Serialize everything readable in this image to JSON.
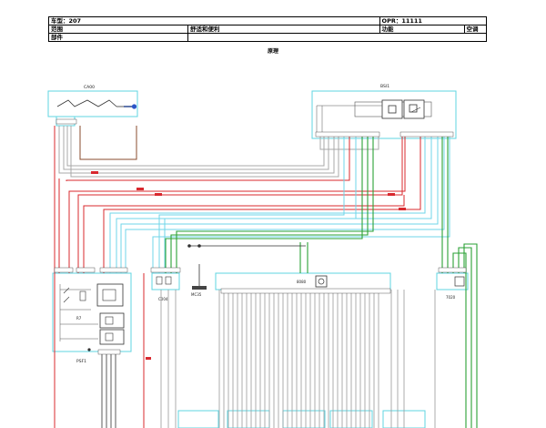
{
  "header": {
    "vehicle_label": "车型：207",
    "opr_label": "OPR：11111",
    "scope_label": "范围",
    "scope_value": "舒适和便利",
    "function_label": "功能",
    "function_value": "空调",
    "part_label": "部件"
  },
  "subtitle": "原理",
  "components": {
    "c400": "CA00",
    "bsi": "BSI1",
    "psf1": "PSF1",
    "c004": "C004",
    "mc35": "MC35",
    "c8080": "8080",
    "c7020": "7020",
    "r7": "R7"
  },
  "colors": {
    "box": "#5fd4e2",
    "red": "#d8282e",
    "brown": "#8a4b2c",
    "gray": "#a8a8a8",
    "cyan": "#6fd6ea",
    "green": "#2aa134",
    "dark": "#333333"
  }
}
